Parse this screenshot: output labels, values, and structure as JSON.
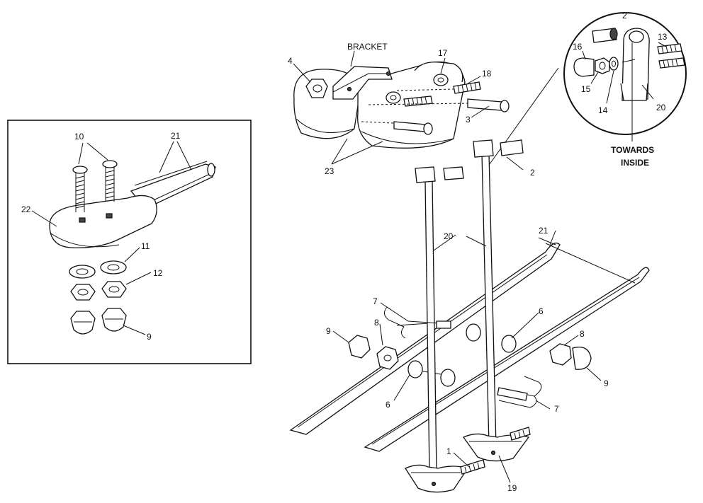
{
  "inset_labels": {
    "l10": "10",
    "l21": "21",
    "l22": "22",
    "l11": "11",
    "l12": "12",
    "l9": "9"
  },
  "main_labels": {
    "bracket": "BRACKET",
    "l4": "4",
    "l17": "17",
    "l18": "18",
    "l3": "3",
    "l23": "23",
    "l2a": "2",
    "l2b": "2",
    "l16": "16",
    "l13": "13",
    "l15": "15",
    "l14": "14",
    "l20a": "20",
    "l20b": "20",
    "l21": "21",
    "towards": "TOWARDS",
    "inside": "INSIDE",
    "l7a": "7",
    "l7b": "7",
    "l6a": "6",
    "l6b": "6",
    "l9a": "9",
    "l9b": "9",
    "l8a": "8",
    "l8b": "8",
    "l1": "1",
    "l19": "19"
  }
}
